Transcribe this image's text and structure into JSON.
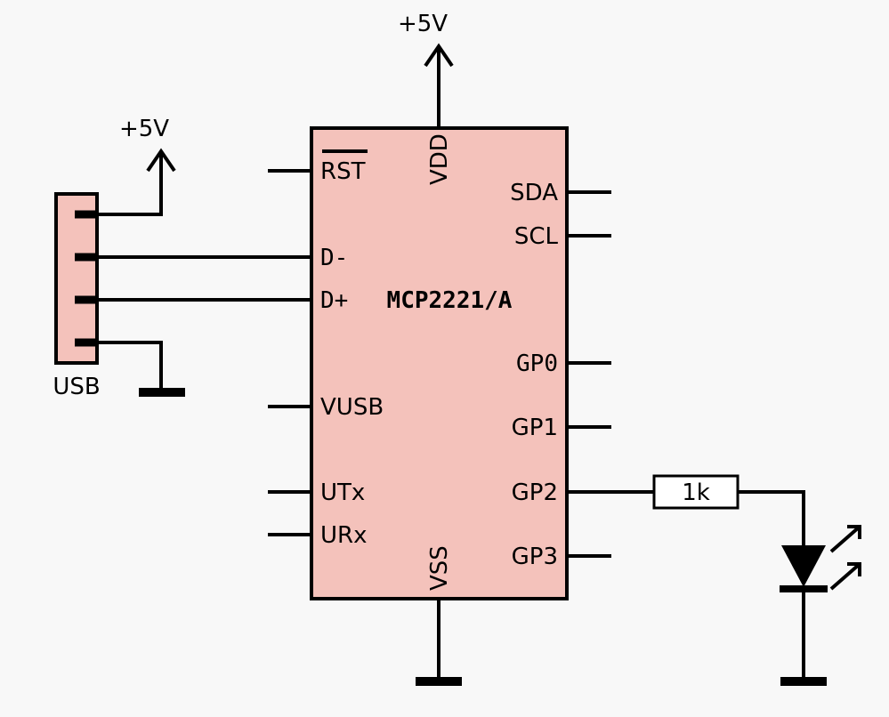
{
  "colors": {
    "background": "#f8f8f8",
    "component_fill": "#f4c2bb",
    "line": "#000000",
    "resistor_fill": "#ffffff"
  },
  "power": {
    "top_label": "+5V",
    "usb_label": "+5V"
  },
  "usb": {
    "label": "USB"
  },
  "chip": {
    "name": "MCP2221/A",
    "pins": {
      "rst": "RST",
      "vdd": "VDD",
      "vss": "VSS",
      "dminus": "D-",
      "dplus": "D+",
      "vusb": "VUSB",
      "utx": "UTx",
      "urx": "URx",
      "sda": "SDA",
      "scl": "SCL",
      "gp0": "GP0",
      "gp1": "GP1",
      "gp2": "GP2",
      "gp3": "GP3"
    }
  },
  "resistor": {
    "value": "1k"
  },
  "led": {
    "icon": "led-icon"
  }
}
